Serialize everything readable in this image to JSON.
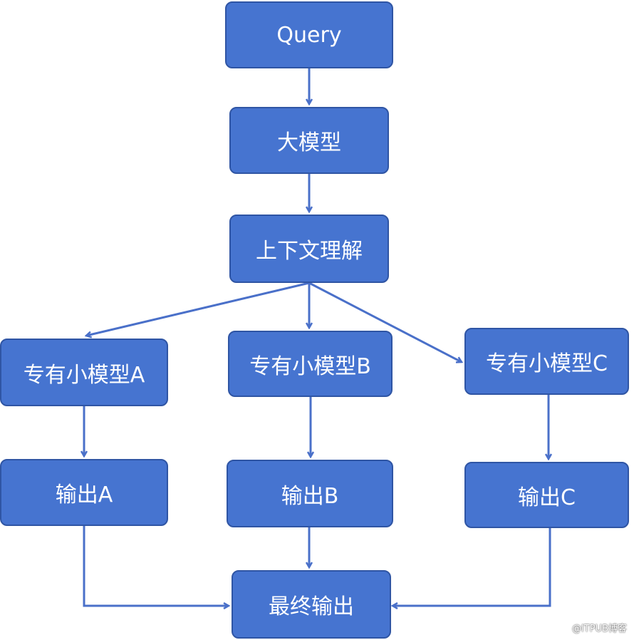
{
  "nodes": {
    "query": "Query",
    "llm": "大模型",
    "context": "上下文理解",
    "model_a": "专有小模型A",
    "model_b": "专有小模型B",
    "model_c": "专有小模型C",
    "output_a": "输出A",
    "output_b": "输出B",
    "output_c": "输出C",
    "final": "最终输出"
  },
  "watermark": "@ITPUB博客",
  "colors": {
    "node_fill": "#4674d0",
    "node_border": "#2f55a4",
    "edge": "#4a70c9",
    "text": "#ffffff"
  }
}
